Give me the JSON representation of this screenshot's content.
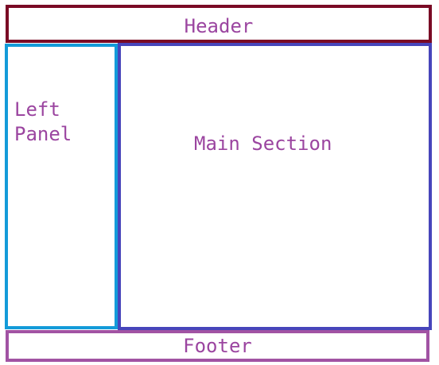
{
  "header": {
    "label": "Header",
    "border_color": "#7a0a25"
  },
  "left_panel": {
    "label": "Left Panel",
    "border_color": "#139bd9"
  },
  "main_section": {
    "label": "Main Section",
    "border_color": "#4745bb"
  },
  "footer": {
    "label": "Footer",
    "border_color": "#a153a3"
  },
  "text_color": "#9b45a0"
}
